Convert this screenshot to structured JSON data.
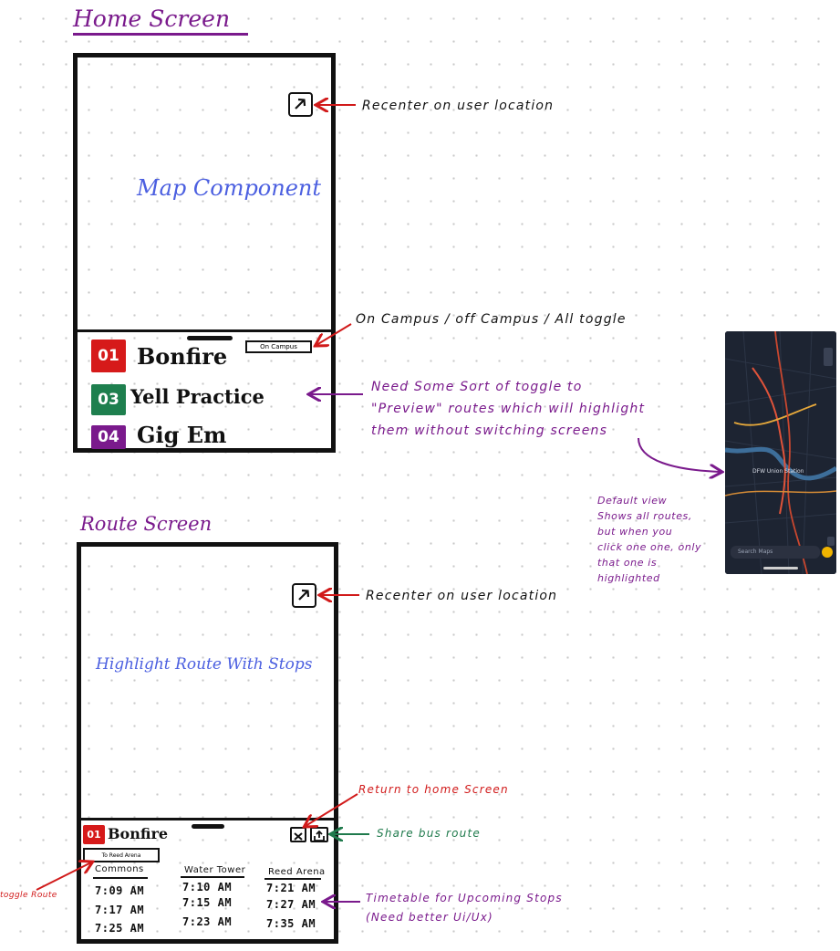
{
  "home": {
    "title": "Home Screen",
    "map_label": "Map Component",
    "toggle_label": "On Campus",
    "routes": [
      {
        "number": "01",
        "name": "Bonfire",
        "color": "#d61a1a"
      },
      {
        "number": "03",
        "name": "Yell Practice",
        "color": "#1e7f4e"
      },
      {
        "number": "04",
        "name": "Gig Em",
        "color": "#7a1a8c"
      }
    ],
    "notes": {
      "recenter": "Recenter on user location",
      "toggle": "On Campus / off Campus / All toggle",
      "preview": "Need Some Sort of toggle to\n\"Preview\" routes which will highlight\nthem without switching screens"
    }
  },
  "route_screen": {
    "title": "Route Screen",
    "map_label": "Highlight Route With Stops",
    "route": {
      "number": "01",
      "name": "Bonfire",
      "color": "#d61a1a"
    },
    "direction_toggle": "To Reed Arena",
    "columns": [
      {
        "stop": "Commons",
        "times": [
          "7:09 AM",
          "7:17 AM",
          "7:25 AM"
        ]
      },
      {
        "stop": "Water Tower",
        "times": [
          "7:10 AM",
          "7:15 AM",
          "7:23 AM"
        ]
      },
      {
        "stop": "Reed Arena",
        "times": [
          "7:21 AM",
          "7:27 AM",
          "7:35 AM"
        ]
      }
    ],
    "notes": {
      "recenter": "Recenter on user location",
      "return_home": "Return to home Screen",
      "share": "Share bus route",
      "toggle_route": "toggle Route",
      "timetable": "Timetable for Upcoming Stops\n(Need better Ui/Ux)"
    }
  },
  "reference": {
    "note": "Default view\nShows all routes,\nbut when you\nclick one one, only\nthat one is\nhighlighted",
    "search_placeholder": "Search Maps",
    "station_label": "DFW Union Station"
  },
  "colors": {
    "title": "#7a1a8c",
    "map_label": "#4b5fe0",
    "note_red": "#d11a1a",
    "note_green": "#1f7a4c",
    "note_purple": "#7a1a8c"
  }
}
